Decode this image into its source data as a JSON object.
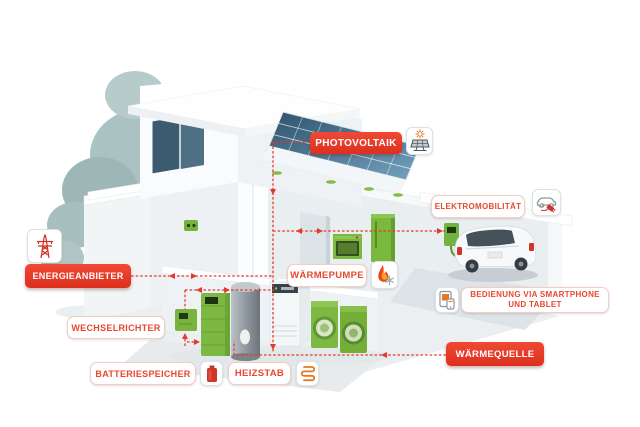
{
  "title": "Smart-Home Energiesystem Schaubild",
  "colors": {
    "accent_red": "#e5392c",
    "label_text_red": "#e8472f",
    "device_green": "#7cb842",
    "solar_blue": "#3f6781",
    "icon_orange": "#e87722"
  },
  "labels": {
    "photovoltaik": "PHOTOVOLTAIK",
    "elektromobilitaet": "ELEKTROMOBILITÄT",
    "energieanbieter": "ENERGIEANBIETER",
    "waermepumpe": "WÄRMEPUMPE",
    "bedienung": "BEDIENUNG VIA SMARTPHONE UND TABLET",
    "wechselrichter": "WECHSELRICHTER",
    "batteriespeicher": "BATTERIESPEICHER",
    "heizstab": "HEIZSTAB",
    "waermequelle": "WÄRMEQUELLE"
  },
  "icons": {
    "photovoltaik": "solar-panel-sun-icon",
    "elektromobilitaet": "car-charging-plug-icon",
    "energieanbieter": "power-pylon-icon",
    "waermepumpe": "flame-snowflake-icon",
    "bedienung": "smartphone-tablet-icon",
    "batteriespeicher": "battery-icon",
    "heizstab": "heating-coil-icon"
  }
}
